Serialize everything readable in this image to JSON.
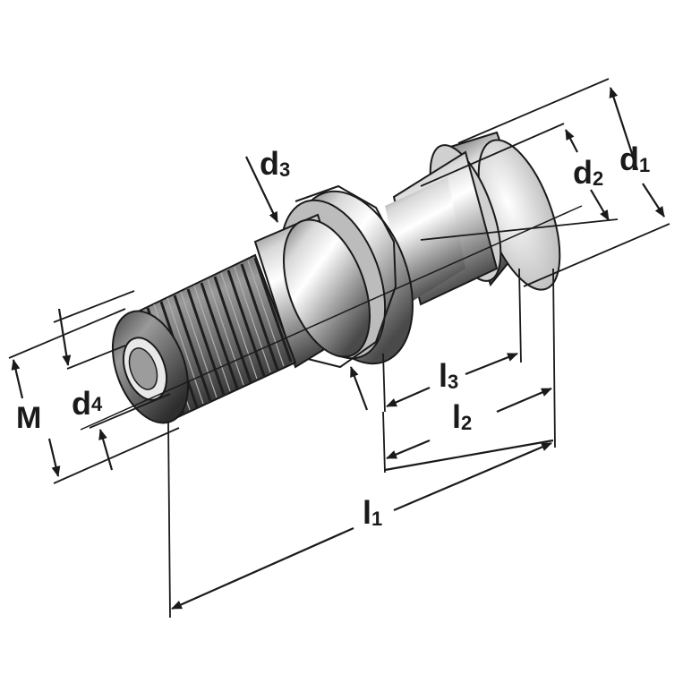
{
  "diagram": {
    "subject": "retention knob / pull stud",
    "labels": {
      "d1": {
        "main": "d",
        "sub": "1"
      },
      "d2": {
        "main": "d",
        "sub": "2"
      },
      "d3": {
        "main": "d",
        "sub": "3"
      },
      "d4": {
        "main": "d",
        "sub": "4"
      },
      "M": {
        "main": "M",
        "sub": ""
      },
      "l1": {
        "main": "l",
        "sub": "1"
      },
      "l2": {
        "main": "l",
        "sub": "2"
      },
      "l3": {
        "main": "l",
        "sub": "3"
      }
    },
    "colors": {
      "line": "#1a1a1a",
      "metal_light": "#f2f2f2",
      "metal_mid": "#a8a8a8",
      "metal_dark": "#3a3a3a",
      "thread": "#5a5a5a"
    }
  }
}
